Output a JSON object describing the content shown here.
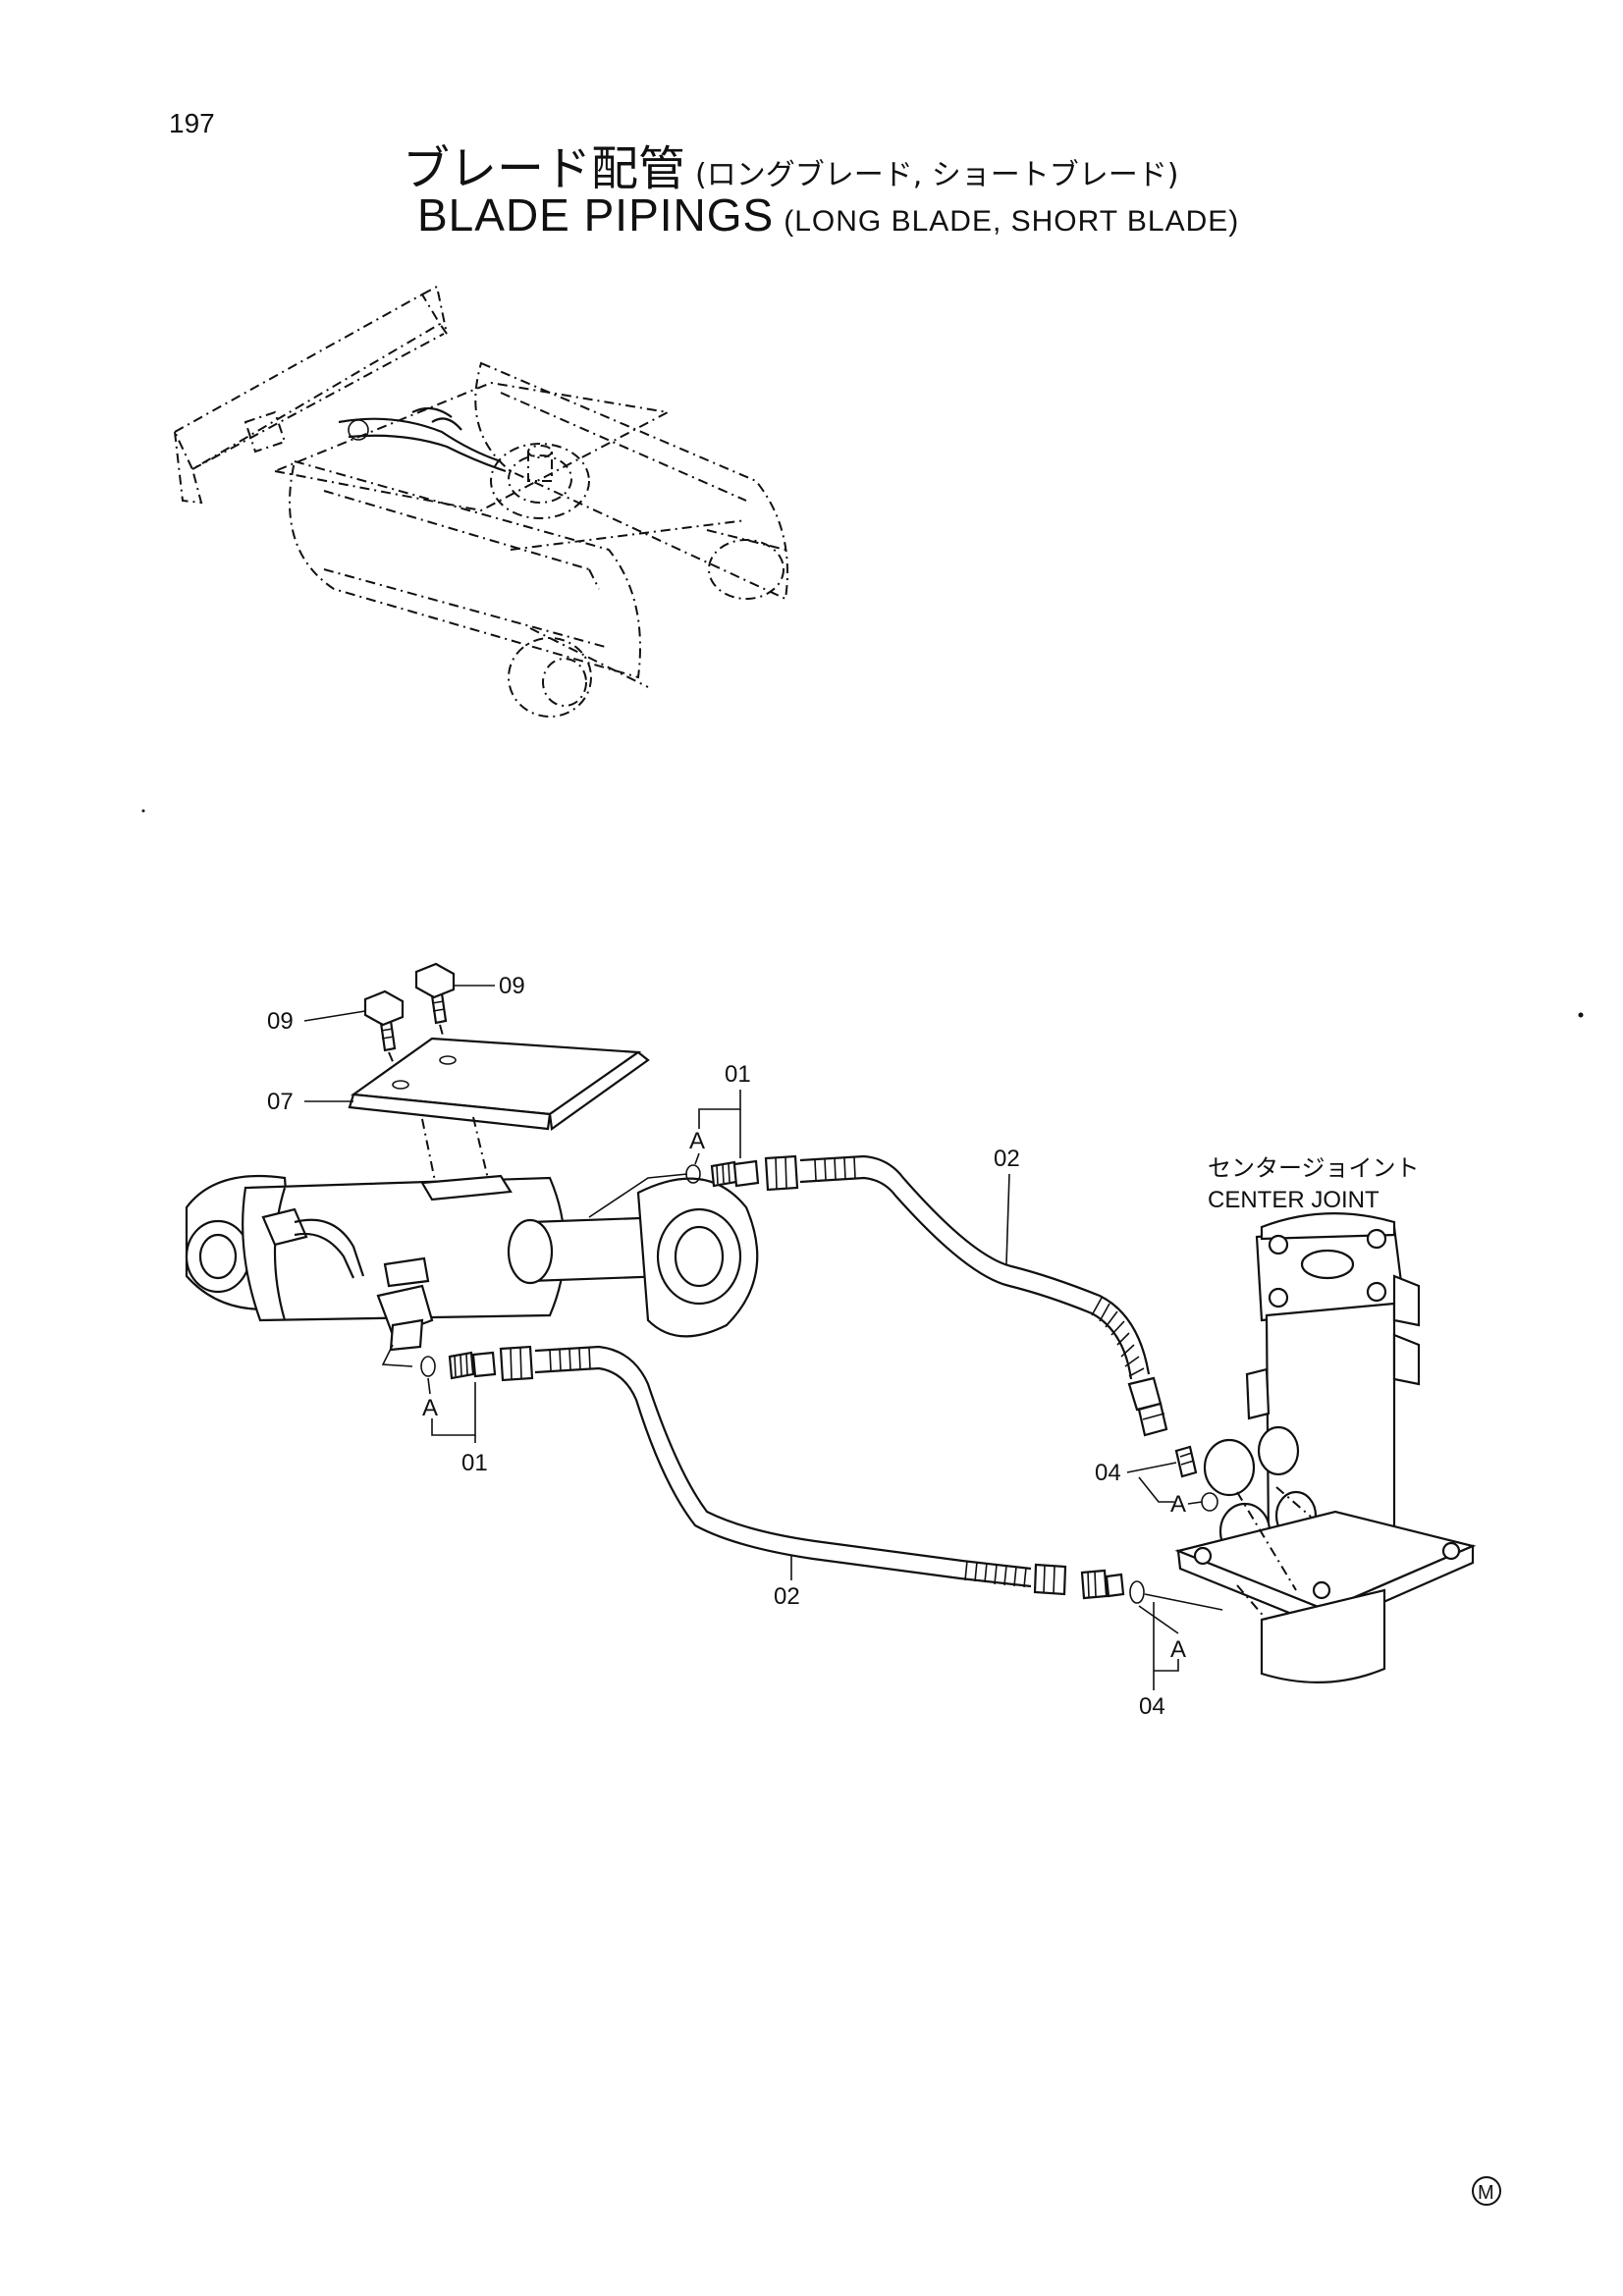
{
  "page_number": "197",
  "title_jp": "ブレード配管",
  "subtitle_jp": "(ロングブレード, ショートブレード)",
  "title_en": "BLADE PIPINGS",
  "subtitle_en": "(LONG BLADE, SHORT BLADE)",
  "center_joint_jp": "センタージョイント",
  "center_joint_en": "CENTER JOINT",
  "part_labels": {
    "p09a": "09",
    "p09b": "09",
    "p07": "07",
    "p01a": "01",
    "p01b": "01",
    "p02a": "02",
    "p02b": "02",
    "p04a": "04",
    "p04b": "04"
  },
  "ref_labels": {
    "a1": "A",
    "a2": "A",
    "a3": "A",
    "a4": "A"
  },
  "mark": "M"
}
